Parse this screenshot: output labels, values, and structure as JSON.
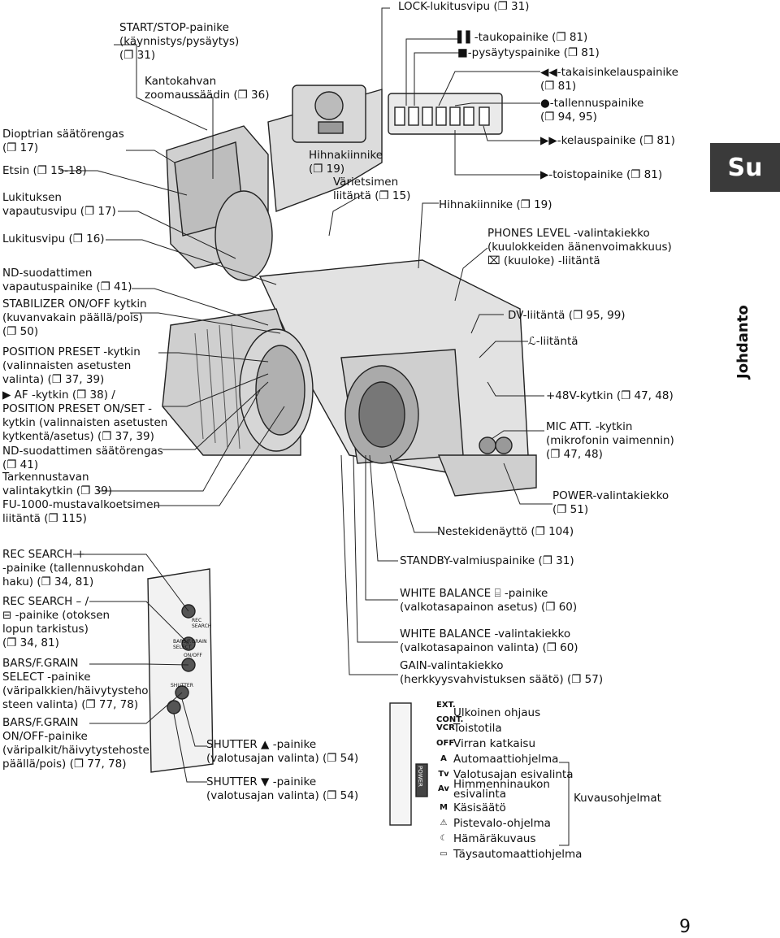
{
  "tabs": {
    "section": "Su",
    "chapter": "Johdanto"
  },
  "top_labels": {
    "start_stop": "START/STOP-painike\n(käynnistys/pysäytys)\n(❐ 31)",
    "handle_zoom": "Kantokahvan\nzoomaussäädin (❐ 36)",
    "lock": "LOCK-lukitusvipu (❐ 31)",
    "pause": "▌▌-taukopainike (❐ 81)",
    "stop": "■-pysäytyspainike (❐ 81)",
    "rewind": "◀◀-takaisinkelauspainike\n(❐ 81)",
    "record": "●-tallennuspainike\n(❐ 94, 95)",
    "ff": "▶▶-kelauspainike (❐ 81)",
    "play": "▶-toistopainike (❐ 81)",
    "strap_mount_1": "Hihnakiinnike\n(❐ 19)",
    "color_viewfinder": "Värietsimen\nliitäntä (❐ 15)",
    "strap_mount_2": "Hihnakiinnike (❐ 19)",
    "phones_level": "PHONES LEVEL -valintakiekko\n(kuulokkeiden äänenvoimakkuus)\n⌧ (kuuloke) -liitäntä",
    "dv": "DV-liitäntä (❐ 95, 99)",
    "lanc": "ℒ-liitäntä",
    "plus48v": "+48V-kytkin (❐ 47, 48)",
    "mic_att": "MIC ATT. -kytkin\n(mikrofonin vaimennin)\n(❐ 47, 48)",
    "power_dial": "POWER-valintakiekko\n(❐ 51)",
    "lcd": "Nestekidenäyttö (❐ 104)"
  },
  "left_labels": {
    "diopter": "Dioptrian säätörengas\n(❐ 17)",
    "viewfinder": "Etsin (❐ 15-18)",
    "lock_release": "Lukituksen\nvapautusvipu (❐ 17)",
    "lock_lever": "Lukitusvipu (❐ 16)",
    "nd_release": "ND-suodattimen\nvapautuspainike (❐ 41)",
    "stabilizer": "STABILIZER ON/OFF kytkin\n(kuvanvakain päällä/pois)\n(❐ 50)",
    "position_preset": "POSITION PRESET -kytkin\n(valinnaisten asetusten\nvalinta) (❐ 37, 39)",
    "af_switch": "▶ AF -kytkin (❐ 38) /\nPOSITION PRESET ON/SET -\nkytkin (valinnaisten asetusten\nkytkentä/asetus) (❐ 37, 39)",
    "nd_ring": "ND-suodattimen säätörengas\n(❐ 41)",
    "focus_select": "Tarkennustavan\nvalintakytkin (❐ 39)",
    "fu1000": "FU-1000-mustavalkoetsimen\nliitäntä (❐ 115)"
  },
  "lower_left_labels": {
    "rec_search_plus": "REC SEARCH +\n-painike (tallennuskohdan\nhaku) (❐ 34, 81)",
    "rec_search_minus": "REC SEARCH – /\n⊟ -painike (otoksen\nlopun tarkistus)\n(❐ 34, 81)",
    "bars_select": "BARS/F.GRAIN\nSELECT -painike\n(väripalkkien/häivytysteho\nsteen valinta) (❐ 77, 78)",
    "bars_onoff": "BARS/F.GRAIN\nON/OFF-painike\n(väripalkit/häivytystehoste\npäällä/pois) (❐ 77, 78)"
  },
  "shutter_labels": {
    "up": "SHUTTER ▲ -painike\n(valotusajan valinta) (❐ 54)",
    "down": "SHUTTER ▼ -painike\n(valotusajan valinta) (❐ 54)"
  },
  "right_lower_labels": {
    "standby": "STANDBY-valmiuspainike (❐ 31)",
    "wb_set": "WHITE BALANCE ⌸ -painike\n(valkotasapainon asetus) (❐ 60)",
    "wb_dial": "WHITE BALANCE -valintakiekko\n(valkotasapainon valinta) (❐ 60)",
    "gain": "GAIN-valintakiekko\n(herkkyysvahvistuksen säätö) (❐ 57)"
  },
  "panel_text": {
    "rec_search": "REC\nSEARCH",
    "bars_grain": "BARS/F.GRAIN\nSELECT",
    "on_off": "ON/OFF",
    "shutter": "SHUTTER",
    "power": "POWER"
  },
  "mode_dial": {
    "rows": [
      {
        "icon": "EXT.\nCONT.",
        "text": "Ulkoinen ohjaus"
      },
      {
        "icon": "VCR",
        "text": "Toistotila"
      },
      {
        "icon": "OFF",
        "text": "Virran katkaisu"
      },
      {
        "icon": "A",
        "text": "Automaattiohjelma"
      },
      {
        "icon": "Tv",
        "text": "Valotusajan esivalinta"
      },
      {
        "icon": "Av",
        "text": "Himmenninaukon\nesivalinta"
      },
      {
        "icon": "M",
        "text": "Käsisäätö"
      },
      {
        "icon": "⚠",
        "text": "Pistevalo-ohjelma"
      },
      {
        "icon": "☾",
        "text": "Hämäräkuvaus"
      },
      {
        "icon": "▭",
        "text": "Täysautomaattiohjelma"
      }
    ],
    "group_label": "Kuvausohjelmat"
  },
  "page_number": "9"
}
